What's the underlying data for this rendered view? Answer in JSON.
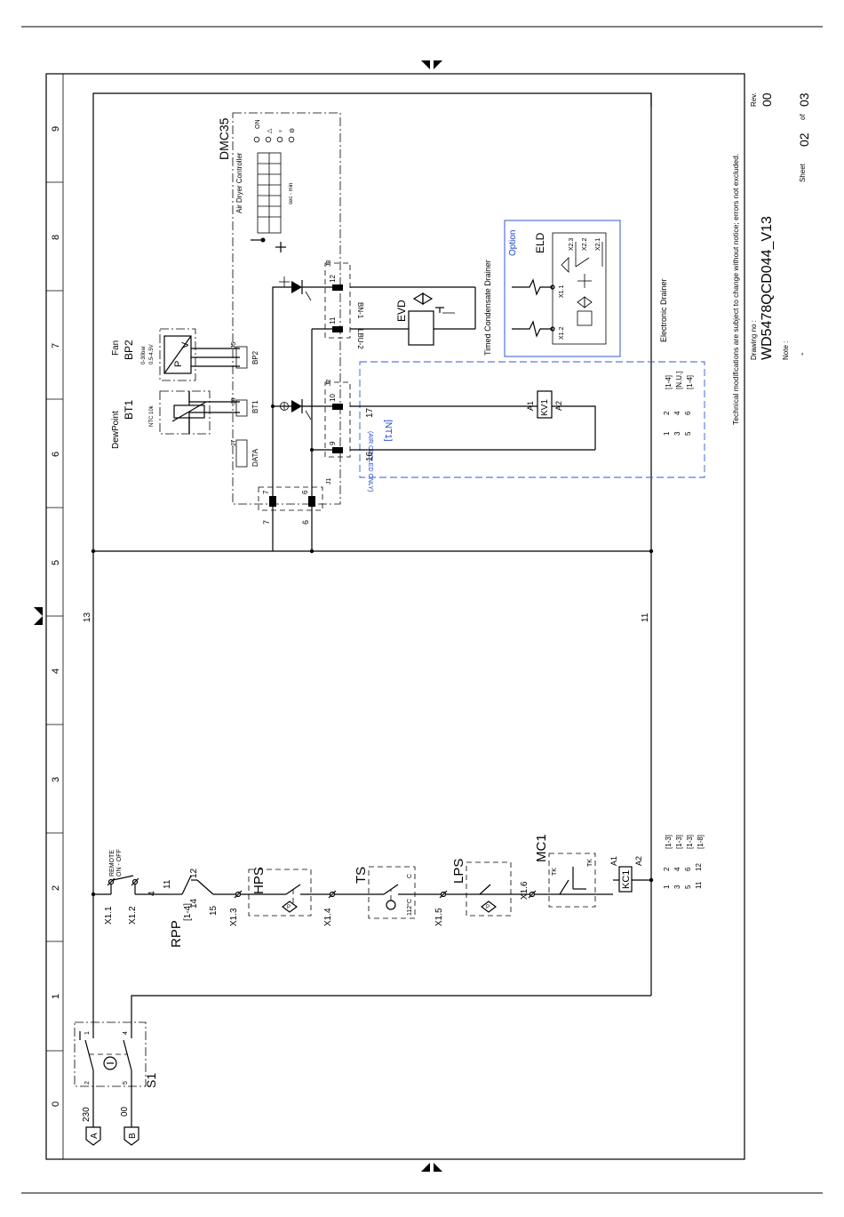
{
  "grid": {
    "columns": [
      "0",
      "1",
      "2",
      "3",
      "4",
      "5",
      "6",
      "7",
      "8",
      "9"
    ]
  },
  "title_block": {
    "disclaimer": "Technical modifications are subject to change without notice; errors not excluded.",
    "drawing_no_label": "Drawing no :",
    "drawing_no": "WD5478QCD044_V13",
    "note_label": "Note :",
    "note_value": "-",
    "rev_label": "Rev.",
    "rev_value": "00",
    "sheet_label": "Sheet",
    "sheet_value": "02",
    "sheet_of": "of",
    "sheet_total": "03"
  },
  "terminals": {
    "a_tag": "A",
    "a_label": "230",
    "b_tag": "B",
    "b_label": "00"
  },
  "main_switch": {
    "tag": "S1",
    "pins": [
      "1",
      "2",
      "4",
      "5"
    ]
  },
  "wires": {
    "w13": "13",
    "w11": "11",
    "w7": "7",
    "w6": "6",
    "w16": "16",
    "w17": "17",
    "bn": "BN-1",
    "lbu": "LBU-2"
  },
  "remote": {
    "label_line1": "REMOTE",
    "label_line2": "ON - OFF",
    "x11": "X1.1",
    "x12": "X1.2",
    "x13": "X1.3",
    "x14": "X1.4",
    "x15": "X1.5",
    "x16": "X1.6"
  },
  "rpp": {
    "tag": "RPP",
    "ref": "[1-4]",
    "pin11": "11",
    "pin12": "12",
    "pin14": "14",
    "pin4": "4",
    "pin15": "15"
  },
  "hps": {
    "tag": "HPS"
  },
  "ts": {
    "tag": "TS",
    "temp": "112°C",
    "c": "C"
  },
  "lps": {
    "tag": "LPS"
  },
  "mc1": {
    "tag": "MC1",
    "tk": "TK"
  },
  "kc1": {
    "tag": "KC1",
    "a1": "A1",
    "a2": "A2",
    "contacts": [
      {
        "a": "1",
        "b": "2",
        "ref": "[1-3]"
      },
      {
        "a": "3",
        "b": "4",
        "ref": "[1-3]"
      },
      {
        "a": "5",
        "b": "6",
        "ref": "[1-3]"
      },
      {
        "a": "11",
        "b": "12",
        "ref": "[1-8]"
      }
    ]
  },
  "kv1": {
    "tag": "KV1",
    "a1": "A1",
    "a2": "A2",
    "contacts": [
      {
        "a": "1",
        "b": "2",
        "ref": "[1-4]"
      },
      {
        "a": "3",
        "b": "4",
        "ref": "[N.U.]"
      },
      {
        "a": "5",
        "b": "6",
        "ref": "[1-4]"
      }
    ]
  },
  "nt1": {
    "tag": "[NT1]",
    "note": "(AIR COOLED ONLY)"
  },
  "controller": {
    "name": "DMC35",
    "subtitle": "Air Dryer Controller",
    "unit": "sec - min",
    "leds": [
      "ON",
      "△",
      "♆",
      "⚙"
    ],
    "j1": "J1",
    "j2": "J2",
    "j3": "J3",
    "j5": "J5",
    "j7": "J7",
    "j8": "J8",
    "pin6": "6",
    "pin7": "7",
    "pin9": "9",
    "pin10": "10",
    "pin11": "11",
    "pin12": "12",
    "data": "DATA",
    "bt1_label": "BT1",
    "bp2_label": "BP2"
  },
  "dewpoint": {
    "title": "DewPoint",
    "tag": "BT1",
    "spec": "NTC 10k"
  },
  "fan": {
    "title": "Fan",
    "tag": "BP2",
    "spec1": "0-30bar",
    "spec2": "0.5-4.5V",
    "p": "P",
    "v": "V"
  },
  "evd": {
    "tag": "EVD",
    "title": "Timed Condensate Drainer"
  },
  "eld": {
    "option": "Option",
    "tag": "ELD",
    "x11": "X1.1",
    "x12": "X1.2",
    "x21": "X2.1",
    "x22": "X2.2",
    "x23": "X2.3",
    "title": "Electronic Drainer"
  }
}
